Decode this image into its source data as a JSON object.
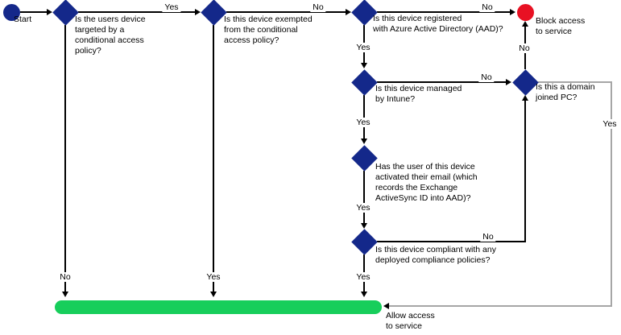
{
  "colors": {
    "decision_fill": "#14288A",
    "block_fill": "#E81123",
    "allow_fill": "#17CE5B",
    "line_color": "#000000",
    "alt_line_color": "#A6A6A6"
  },
  "nodes": {
    "start": {
      "label": "Start"
    },
    "targeted": {
      "question": "Is the users device\ntargeted by a\nconditional access\npolicy?"
    },
    "exempted": {
      "question": "Is this device exempted\nfrom the conditional\naccess policy?"
    },
    "aad_registered": {
      "question": "Is this device registered\nwith Azure Active Directory (AAD)?"
    },
    "intune_managed": {
      "question": "Is this device managed\nby Intune?"
    },
    "domain_joined": {
      "question": "Is this a domain\njoined PC?"
    },
    "email_activated": {
      "question": "Has the user of this device\nactivated their email (which\nrecords the Exchange\nActiveSync ID into AAD)?"
    },
    "compliant": {
      "question": "Is this device compliant with any\ndeployed compliance policies?"
    },
    "block": {
      "label": "Block access\nto service"
    },
    "allow": {
      "label": "Allow access\nto service"
    }
  },
  "edge_labels": {
    "targeted_yes": "Yes",
    "targeted_no": "No",
    "exempted_no": "No",
    "exempted_yes": "Yes",
    "aad_no": "No",
    "aad_yes": "Yes",
    "intune_no": "No",
    "intune_yes": "Yes",
    "domain_no": "No",
    "domain_yes": "Yes",
    "email_yes": "Yes",
    "compliant_no": "No",
    "compliant_yes": "Yes"
  }
}
